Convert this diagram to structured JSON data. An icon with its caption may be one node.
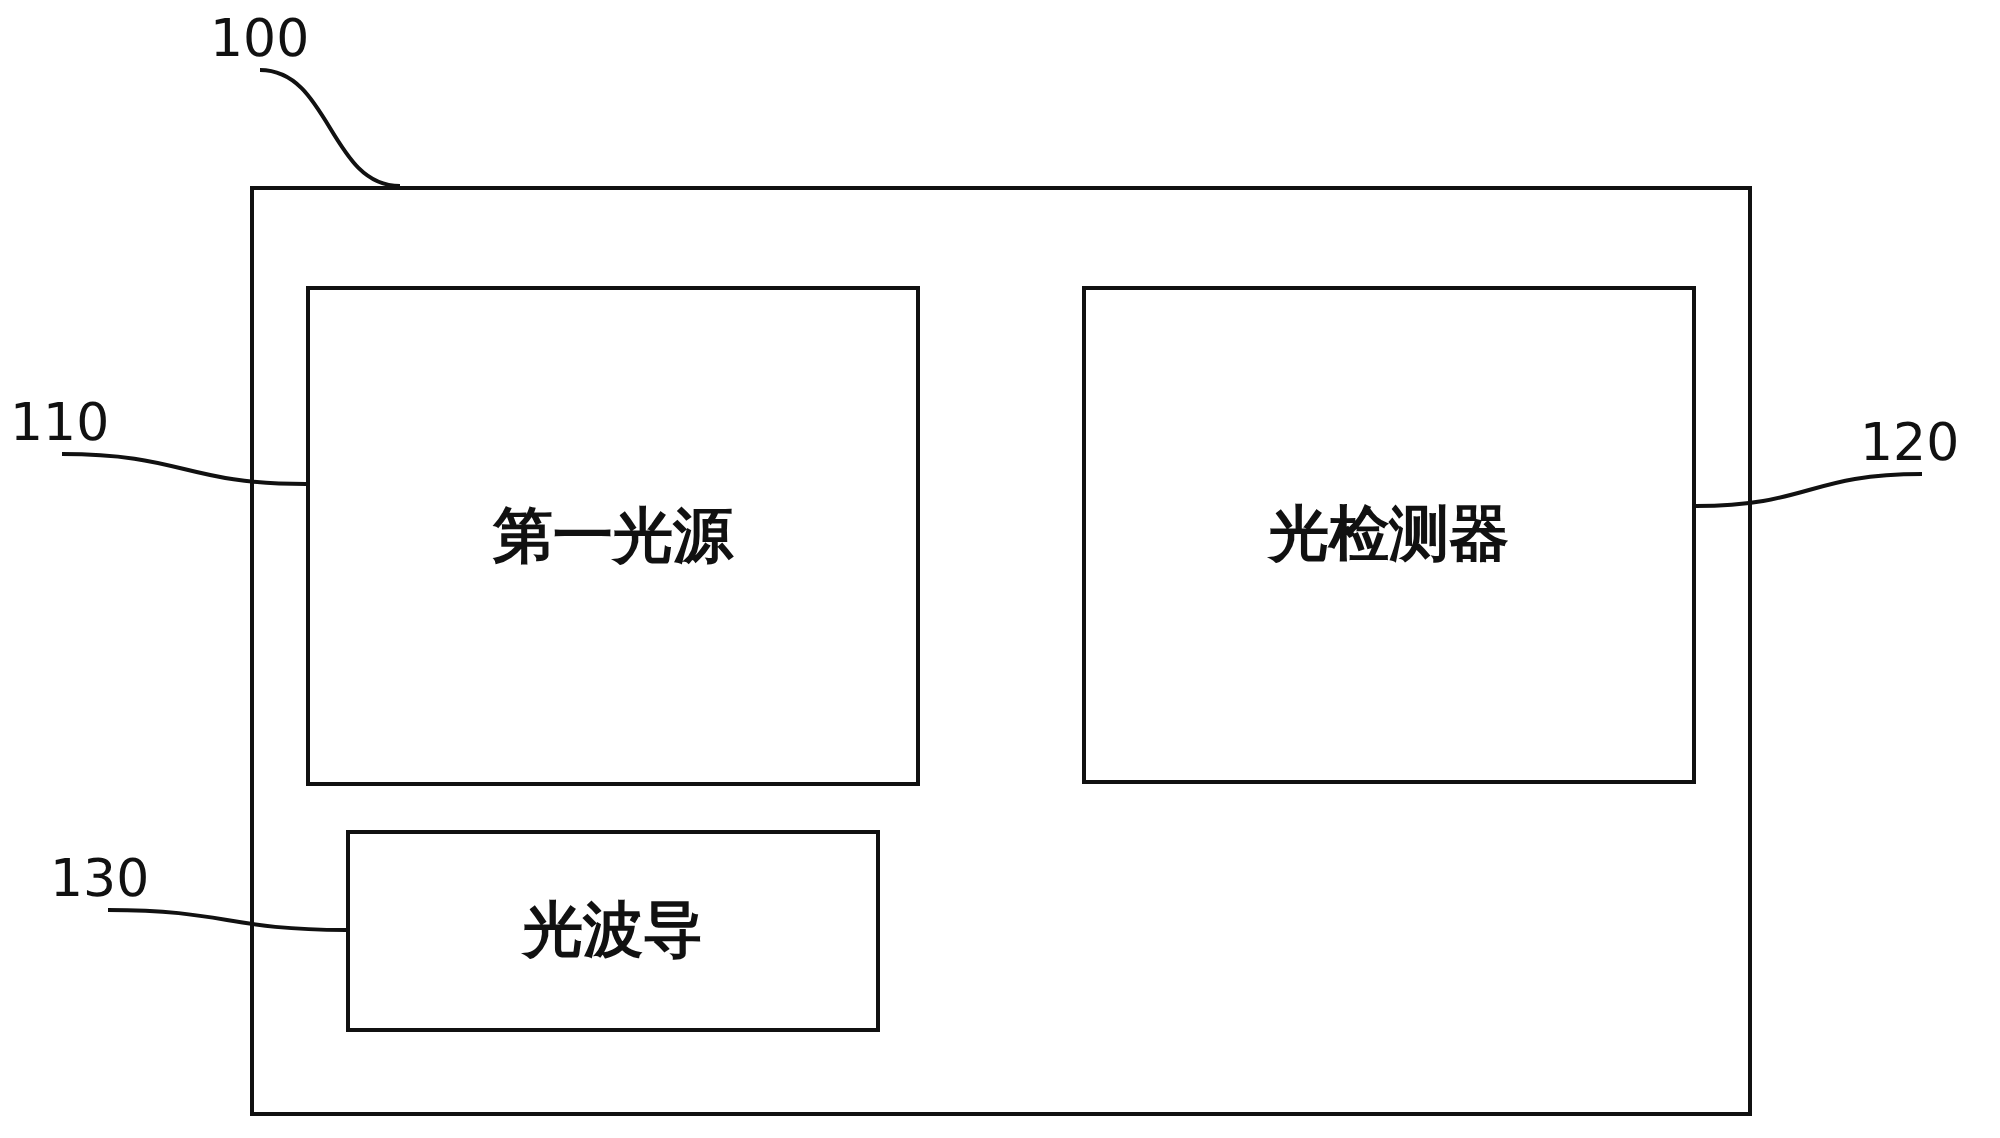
{
  "diagram": {
    "nodes": [
      {
        "text": [],
        "shape": "box"
      },
      {
        "text": [
          "第一光源"
        ],
        "in": 0
      },
      {
        "text": [
          "光检测器"
        ],
        "in": 0
      },
      {
        "text": [
          "光波导"
        ],
        "in": 0
      },
      {
        "text": [
          "100"
        ]
      },
      {
        "text": [
          "110"
        ]
      },
      {
        "text": [
          "120"
        ]
      },
      {
        "text": [
          "130"
        ]
      }
    ],
    "edges": [
      {
        "from": 4,
        "to": 0,
        "arrow": "none"
      },
      {
        "from": 5,
        "to": 1,
        "arrow": "none"
      },
      {
        "from": 6,
        "to": 2,
        "arrow": "none"
      },
      {
        "from": 7,
        "to": 3,
        "arrow": "none"
      }
    ]
  }
}
